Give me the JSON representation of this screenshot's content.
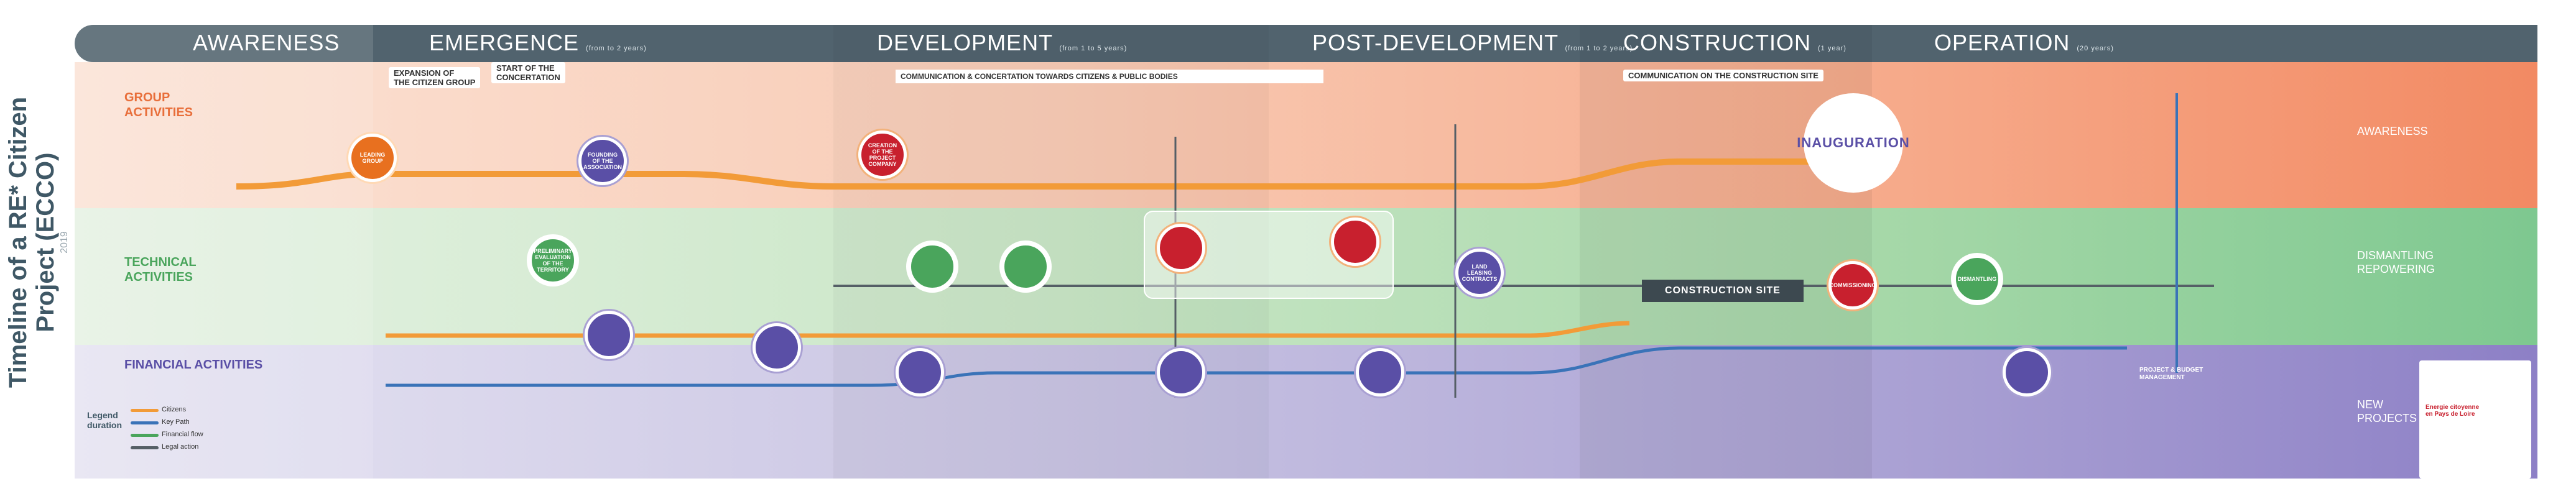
{
  "title": {
    "line1": "Timeline of a RE* Citizen",
    "line2": "Project (ECCO)",
    "year": "2019"
  },
  "phases": [
    {
      "label": "AWARENESS",
      "note": ""
    },
    {
      "label": "EMERGENCE",
      "note": "(from to 2 years)"
    },
    {
      "label": "DEVELOPMENT",
      "note": "(from 1 to 5 years)"
    },
    {
      "label": "POST-DEVELOPMENT",
      "note": "(from 1 to 2 years)"
    },
    {
      "label": "CONSTRUCTION",
      "note": "(1 year)"
    },
    {
      "label": "OPERATION",
      "note": "(20 years)"
    }
  ],
  "rows": {
    "group": "GROUP\nACTIVITIES",
    "technical": "TECHNICAL\nACTIVITIES",
    "financial": "FINANCIAL ACTIVITIES"
  },
  "right_labels": {
    "awareness": "AWARENESS",
    "dismantling": "DISMANTLING\nREPOWERING",
    "new_projects": "NEW\nPROJECTS"
  },
  "banners": {
    "citizen_group": "EXPANSION OF\nTHE CITIZEN GROUP",
    "concertation": "START OF THE\nCONCERTATION",
    "communication": "COMMUNICATION & CONCERTATION TOWARDS CITIZENS & PUBLIC BODIES",
    "construction_comm": "COMMUNICATION ON THE CONSTRUCTION SITE"
  },
  "highlights": {
    "inauguration": "INAUGURATION",
    "construction_site": "CONSTRUCTION SITE"
  },
  "nodes": {
    "leading_group": "LEADING\nGROUP",
    "founding": "FOUNDING\nOF THE\nASSOCIATION",
    "preliminary": "PRELIMINARY\nEVALUATION\nOF THE TERRITORY",
    "creation_site": "CREATION\nOF THE\nPROJECT\nCOMPANY",
    "land": "LAND\nLEASING\nCONTRACTS",
    "commissioning": "COMMISSIONING",
    "dismantling": "DISMANTLING"
  },
  "legend": {
    "title": "Legend\nduration",
    "items": [
      "Citizens",
      "Key Path",
      "Financial flow",
      "Legal action"
    ]
  },
  "info": {
    "project_management": "PROJECT & BUDGET\nMANAGEMENT",
    "contact": "Energie citoyenne\nen Pays de Loire"
  },
  "colors": {
    "header": "#51636e",
    "awareness": "#f28a63",
    "technical": "#7ec890",
    "financial": "#8d80c6",
    "orange_flow": "#f29b38",
    "blue_flow": "#3a73b8",
    "grey_flow": "#555f66",
    "node_purple": "#5a4fa6",
    "node_red": "#c8202e",
    "node_green": "#4aa55c"
  }
}
